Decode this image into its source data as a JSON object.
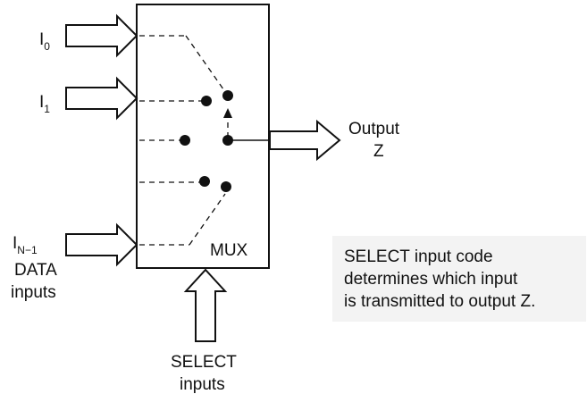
{
  "inputs": {
    "i0": {
      "letter": "I",
      "sub": "0"
    },
    "i1": {
      "letter": "I",
      "sub": "1"
    },
    "in1": {
      "letter": "I",
      "sub": "N−1"
    },
    "data_label_line1": "DATA",
    "data_label_line2": "inputs"
  },
  "mux": {
    "label": "MUX"
  },
  "output": {
    "line1": "Output",
    "line2": "Z"
  },
  "select": {
    "line1": "SELECT",
    "line2": "inputs"
  },
  "note": {
    "line1": "SELECT input code",
    "line2": "determines which input",
    "line3": "is transmitted to output Z."
  },
  "colors": {
    "ink": "#111111",
    "note_bg": "#f2f2f2"
  }
}
